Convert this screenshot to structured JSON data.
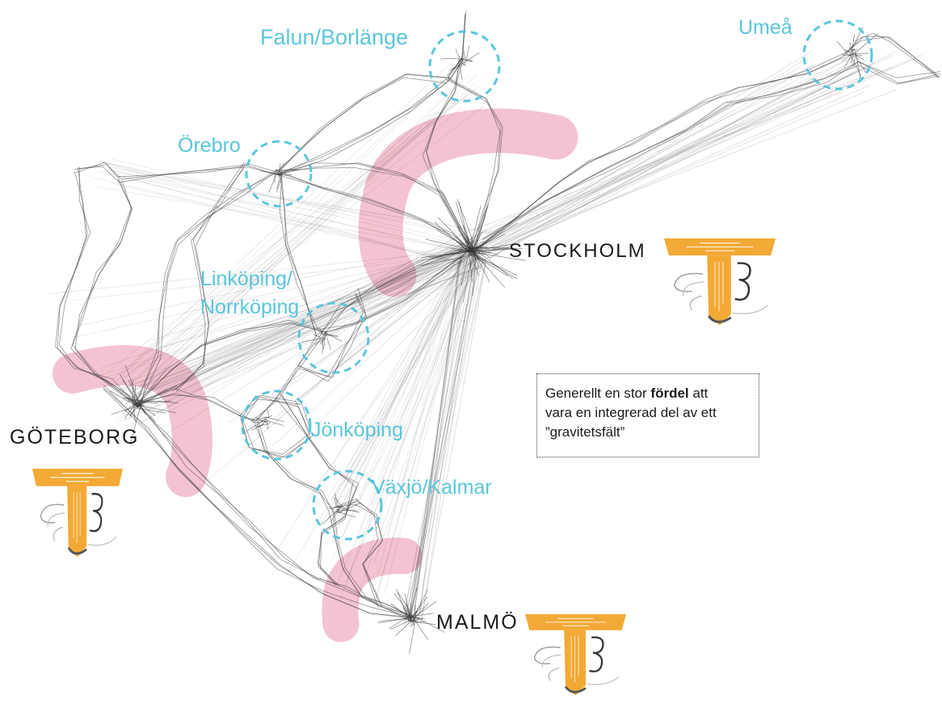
{
  "cities": {
    "falun": "Falun/Borlänge",
    "umea": "Umeå",
    "orebro": "Örebro",
    "stockholm": "STOCKHOLM",
    "linkoping_line1": "Linköping/",
    "linkoping_line2": "Norrköping",
    "goteborg": "GÖTEBORG",
    "jonkoping": "Jönköping",
    "vaxjo": "Växjö/Kalmar",
    "malmo": "MALMÖ"
  },
  "note": {
    "line1_start": "Generellt en stor ",
    "line1_bold": "fördel",
    "line1_end": " att",
    "line2": "vara en integrerad del av ett",
    "line3": "”gravitetsfält”"
  },
  "colors": {
    "region": "#5bc6db",
    "metro": "#1a1a1a",
    "field": "#f2b8c9",
    "network": "#2b2b2b",
    "logo": "#f3a935"
  },
  "icons": {
    "city_logo": "t-logo-icon"
  }
}
